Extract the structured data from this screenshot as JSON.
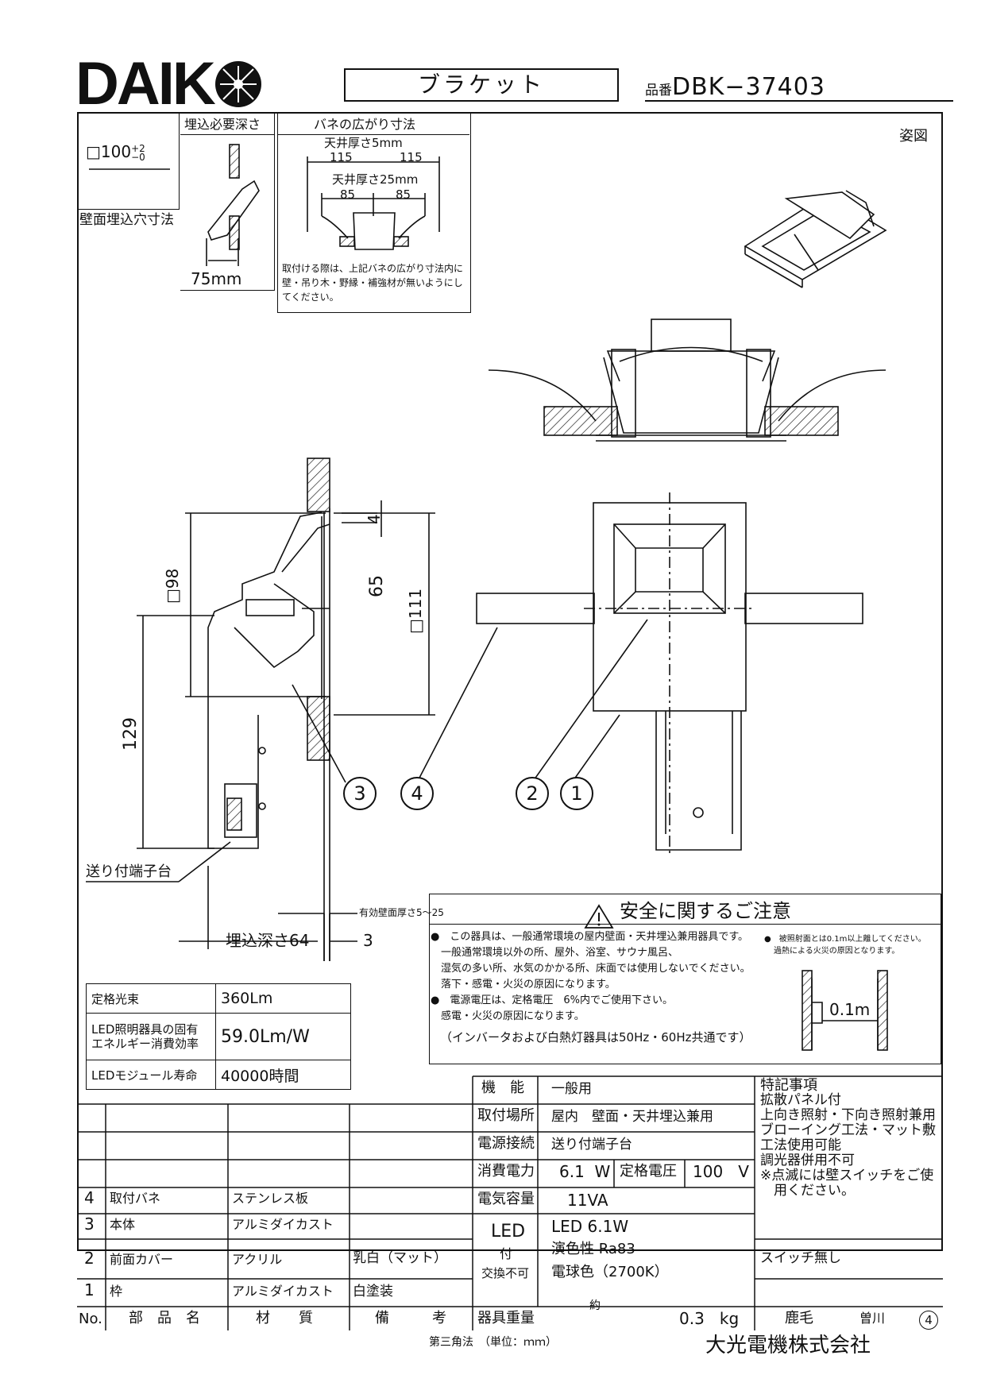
{
  "header": {
    "logo": "DAIK",
    "product_type": "ブラケット",
    "part_no_label": "品番",
    "part_no": "DBK−37403"
  },
  "boxes": {
    "wall_hole_size": "□100",
    "wall_hole_tol_plus": "+2",
    "wall_hole_tol_minus": "−0",
    "wall_hole_caption": "壁面埋込穴寸法",
    "embed_depth_title": "埋込必要深さ",
    "embed_depth_value": "75mm",
    "spring_title": "バネの広がり寸法",
    "ceiling_5": "天井厚さ5mm",
    "w115a": "115",
    "w115b": "115",
    "ceiling_25": "天井厚さ25mm",
    "w85a": "85",
    "w85b": "85",
    "spring_note_1": "取付ける際は、上記バネの広がり寸法内に",
    "spring_note_2": "壁・吊り木・野縁・補強材が無いようにし",
    "spring_note_3": "てください。"
  },
  "views": {
    "perspective_label": "姿図",
    "dim_sq98": "□98",
    "dim_4": "4",
    "dim_65": "65",
    "dim_sq111": "□111",
    "dim_129": "129",
    "terminal_label": "送り付端子台",
    "wall_thickness": "有効壁面厚さ5〜25",
    "embed_depth_64": "埋込深さ64",
    "dim_3": "3",
    "callout_1": "1",
    "callout_2": "2",
    "callout_3": "3",
    "callout_4": "4"
  },
  "safety": {
    "title": "安全に関するご注意",
    "lines": [
      "●　この器具は、一般通常環境の屋内壁面・天井埋込兼用器具です。",
      "　一般通常環境以外の所、屋外、浴室、サウナ風呂、",
      "　湿気の多い所、水気のかかる所、床面では使用しないでください。",
      "　落下・感電・火災の原因になります。",
      "●　電源電圧は、定格電圧　6%内でご使用下さい。",
      "　感電・火災の原因になります。",
      "（インバータおよび白熱灯器具は50Hz・60Hz共通です）"
    ],
    "side_note_1": "●　被照射面とは0.1m以上離してください。",
    "side_note_2": "過熱による火災の原因となります。",
    "distance": "0.1m"
  },
  "specs": [
    {
      "label": "定格光束",
      "value": "360Lm"
    },
    {
      "label": "LED照明器具の固有\nエネルギー消費効率",
      "value": "59.0Lm/W"
    },
    {
      "label": "LEDモジュール寿命",
      "value": "40000時間"
    }
  ],
  "info": {
    "function_label": "機　能",
    "function_value": "一般用",
    "location_label": "取付場所",
    "location_value": "屋内　壁面・天井埋込兼用",
    "power_conn_label": "電源接続",
    "power_conn_value": "送り付端子台",
    "consumption_label": "消費電力",
    "consumption_value": "6.1",
    "consumption_unit": "W",
    "rated_voltage_label": "定格電圧",
    "rated_voltage_value": "100",
    "rated_voltage_unit": "V",
    "capacity_label": "電気容量",
    "capacity_value": "11VA",
    "led_label": "LED",
    "led_label_2": "付",
    "led_label_3": "交換不可",
    "led_value": "LED 6.1W",
    "cri": "演色性 Ra83",
    "color": "電球色（2700K）",
    "weight_label": "器具重量",
    "weight_approx": "約",
    "weight_value": "0.3",
    "weight_unit": "kg"
  },
  "notes": {
    "title": "特記事項",
    "lines": [
      "拡散パネル付",
      "上向き照射・下向き照射兼用",
      "ブローイング工法・マット敷",
      "工法使用可能",
      "調光器併用不可",
      "※点滅には壁スイッチをご使",
      "　用ください。"
    ],
    "switch": "スイッチ無し",
    "sign1": "鹿毛",
    "sign2": "曽川",
    "rev": "4"
  },
  "parts": {
    "header": {
      "no": "No.",
      "name": "部　品　名",
      "material": "材　　質",
      "remarks": "備　　　考"
    },
    "rows": [
      {
        "no": "4",
        "name": "取付バネ",
        "material": "ステンレス板",
        "remarks": ""
      },
      {
        "no": "3",
        "name": "本体",
        "material": "アルミダイカスト",
        "remarks": ""
      },
      {
        "no": "2",
        "name": "前面カバー",
        "material": "アクリル",
        "remarks": "乳白（マット）"
      },
      {
        "no": "1",
        "name": "枠",
        "material": "アルミダイカスト",
        "remarks": "白塗装"
      }
    ]
  },
  "footer": {
    "projection": "第三角法　（単位：ｍｍ）",
    "company": "大光電機株式会社"
  }
}
